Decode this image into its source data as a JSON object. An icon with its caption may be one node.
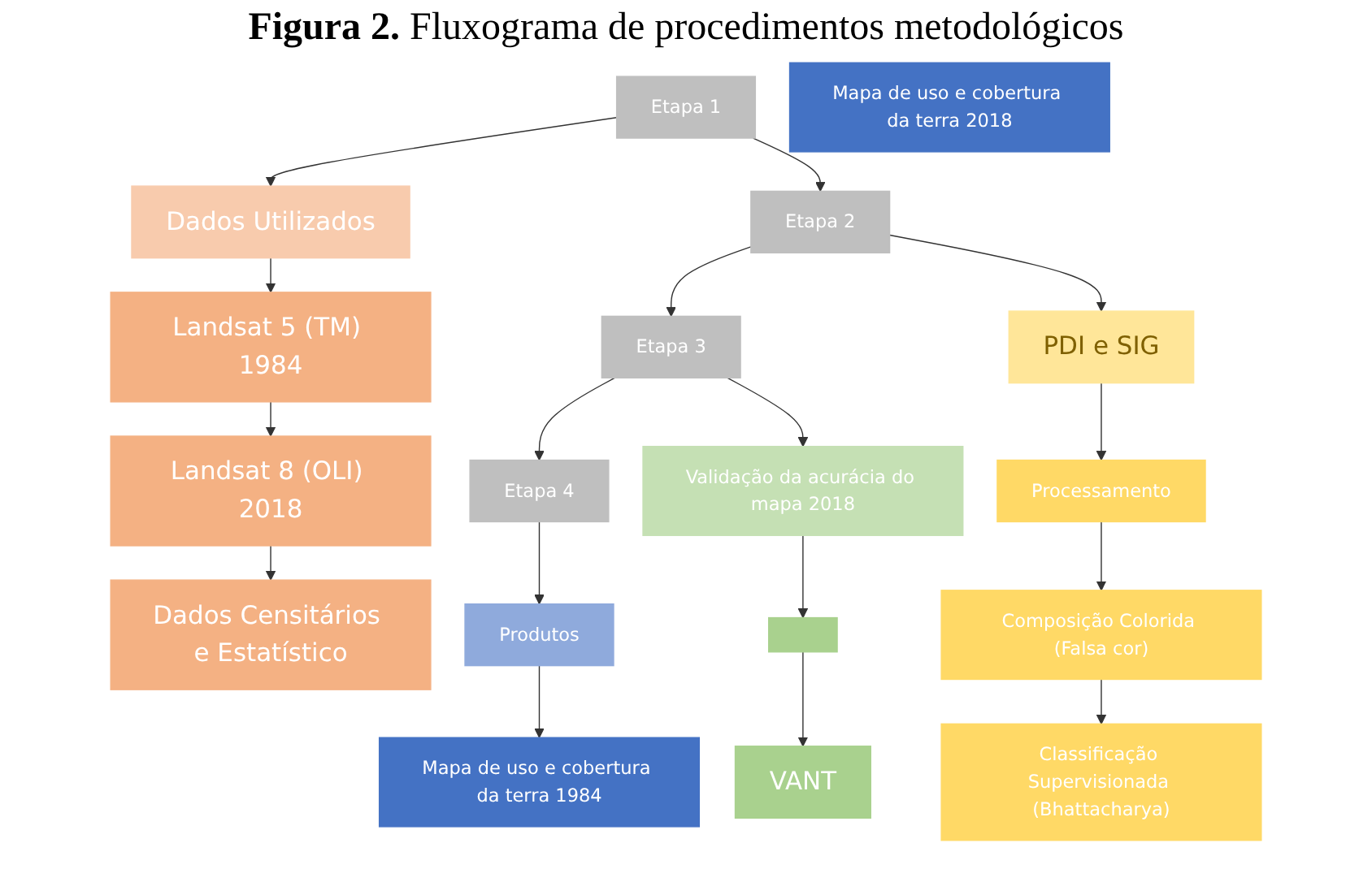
{
  "diagram": {
    "title": "**Figura 2.** Fluxograma de procedimentos metodológicos",
    "nodes": [
      {
        "text": [
          "Etapa 1"
        ]
      },
      {
        "text": [
          "Etapa 2"
        ]
      },
      {
        "text": [
          "Etapa 3"
        ]
      },
      {
        "text": [
          "Etapa 4"
        ]
      },
      {
        "text": [
          "Dados Utilizados"
        ]
      },
      {
        "text": [
          "Landsat 5 (TM) 1984"
        ]
      },
      {
        "text": [
          "Landsat 8 (OLI) 2018"
        ]
      },
      {
        "text": [
          "Dados Censitários e Estatístico"
        ]
      },
      {
        "text": [
          "PDI e SIG"
        ]
      },
      {
        "text": [
          "Processamento"
        ]
      },
      {
        "text": [
          "Composição Colorida (Falsa cor)"
        ]
      },
      {
        "text": [
          "Classificação Supervisionada (Bhattacharya)"
        ]
      },
      {
        "text": [
          "Validação da acurácia do mapa 2018"
        ]
      },
      {
        "text": [],
        "shape": "box"
      },
      {
        "text": [
          "VANT"
        ]
      },
      {
        "text": [
          "Produtos"
        ]
      },
      {
        "text": [
          "Mapa de uso e cobertura da terra 1984"
        ]
      },
      {
        "text": [
          "Mapa de uso e cobertura da terra 2018"
        ]
      }
    ],
    "edges": [
      {
        "from": 0,
        "to": 1,
        "arrow": "to"
      },
      {
        "from": 1,
        "to": 2,
        "arrow": "to"
      },
      {
        "from": 2,
        "to": 3,
        "arrow": "to"
      },
      {
        "from": 0,
        "to": 4,
        "arrow": "to"
      },
      {
        "from": 4,
        "to": 5,
        "arrow": "to"
      },
      {
        "from": 5,
        "to": 6,
        "arrow": "to"
      },
      {
        "from": 6,
        "to": 7,
        "arrow": "to"
      },
      {
        "from": 1,
        "to": 8,
        "arrow": "to"
      },
      {
        "from": 8,
        "to": 9,
        "arrow": "to"
      },
      {
        "from": 9,
        "to": 10,
        "arrow": "to"
      },
      {
        "from": 10,
        "to": 11,
        "arrow": "to"
      },
      {
        "from": 2,
        "to": 12,
        "arrow": "to"
      },
      {
        "from": 12,
        "to": 13,
        "arrow": "to"
      },
      {
        "from": 13,
        "to": 14,
        "arrow": "to"
      },
      {
        "from": 3,
        "to": 15,
        "arrow": "to"
      },
      {
        "from": 15,
        "to": 16,
        "arrow": "to"
      }
    ]
  }
}
